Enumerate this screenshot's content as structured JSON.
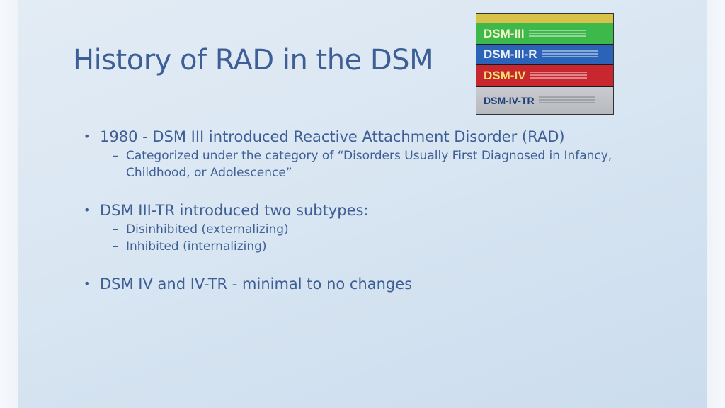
{
  "slide": {
    "title": "History of RAD in the DSM",
    "image": {
      "books": [
        {
          "label": ""
        },
        {
          "label": "DSM-III"
        },
        {
          "label": "DSM-III-R"
        },
        {
          "label": "DSM-IV"
        },
        {
          "label": "DSM-IV-TR"
        }
      ]
    },
    "bullets": [
      {
        "text": "1980 - DSM III introduced Reactive Attachment Disorder (RAD)",
        "subs": [
          "Categorized under the category of “Disorders Usually First Diagnosed in Infancy,",
          "Childhood, or Adolescence”"
        ]
      },
      {
        "text": "DSM III-TR introduced two subtypes:",
        "subs": [
          "Disinhibited (externalizing)",
          "Inhibited (internalizing)"
        ]
      },
      {
        "text": "DSM IV and IV-TR - minimal to no changes",
        "subs": []
      }
    ],
    "bullet_glyph": "•",
    "dash_glyph": "–"
  },
  "colors": {
    "text": "#3e5f95",
    "background": "#d9e6f2"
  }
}
